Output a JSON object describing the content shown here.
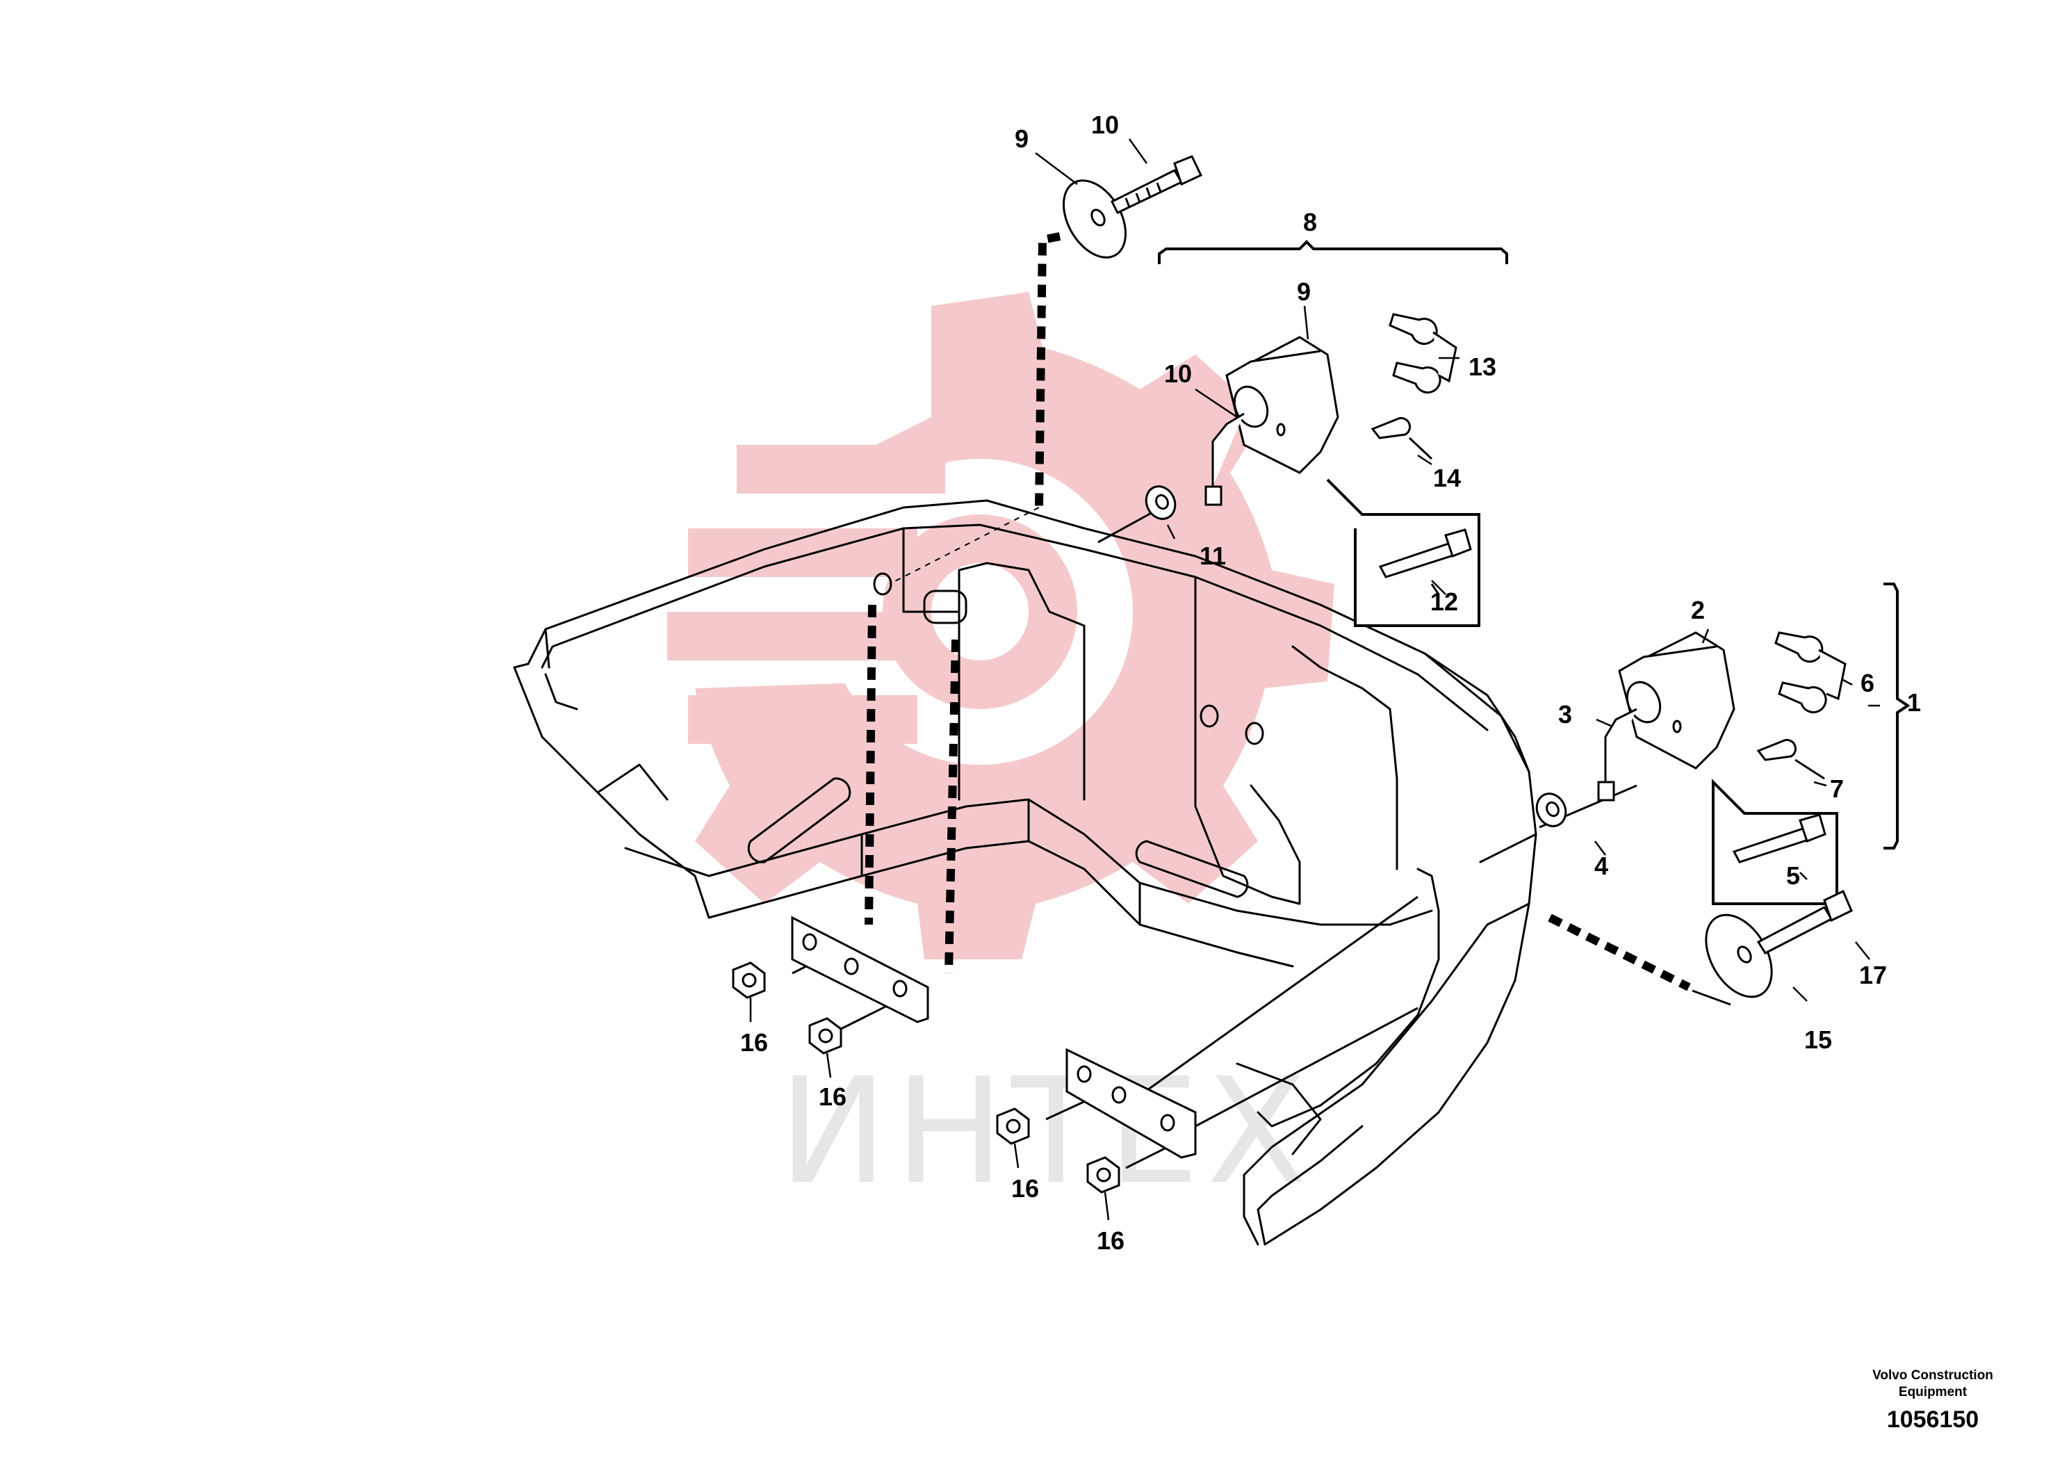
{
  "diagram": {
    "callouts": {
      "c1": "1",
      "c2": "2",
      "c3": "3",
      "c4": "4",
      "c5": "5",
      "c6": "6",
      "c7": "7",
      "c8": "8",
      "c9a": "9",
      "c9b": "9",
      "c10a": "10",
      "c10b": "10",
      "c11": "11",
      "c12": "12",
      "c13": "13",
      "c14": "14",
      "c15": "15",
      "c16a": "16",
      "c16b": "16",
      "c16c": "16",
      "c16d": "16",
      "c17": "17"
    },
    "watermark": {
      "text": "ИНТЕХ",
      "logo_color": "#f5c9cb",
      "text_color": "#e6e6e6"
    }
  },
  "footer": {
    "company": "Volvo Construction Equipment",
    "doc_number": "1056150"
  },
  "colors": {
    "line": "#000000",
    "background": "#ffffff"
  }
}
